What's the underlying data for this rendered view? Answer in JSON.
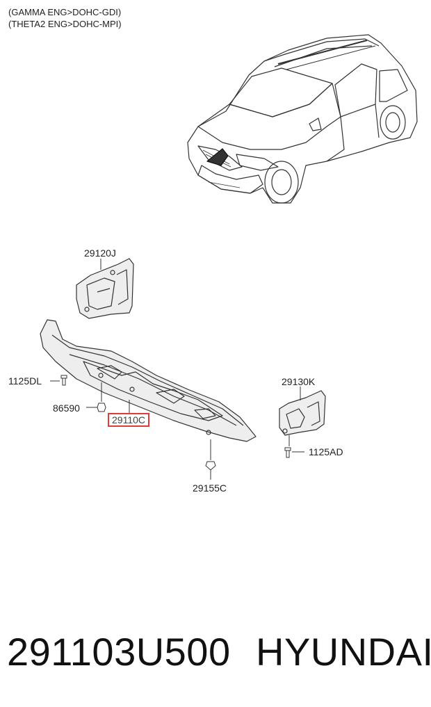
{
  "header": {
    "line1": "(GAMMA ENG>DOHC-GDI)",
    "line2": "(THETA2 ENG>DOHC-MPI)"
  },
  "callouts": {
    "p29120J": "29120J",
    "p1125DL": "1125DL",
    "p86590": "86590",
    "p29110C": "29110C",
    "p29130K": "29130K",
    "p1125AD": "1125AD",
    "p29155C": "29155C"
  },
  "footer": {
    "part_number": "291103U500",
    "brand": "HYUNDAI"
  },
  "colors": {
    "highlight": "#e03a3a",
    "line": "#333333",
    "part_fill": "#eeeeee"
  }
}
